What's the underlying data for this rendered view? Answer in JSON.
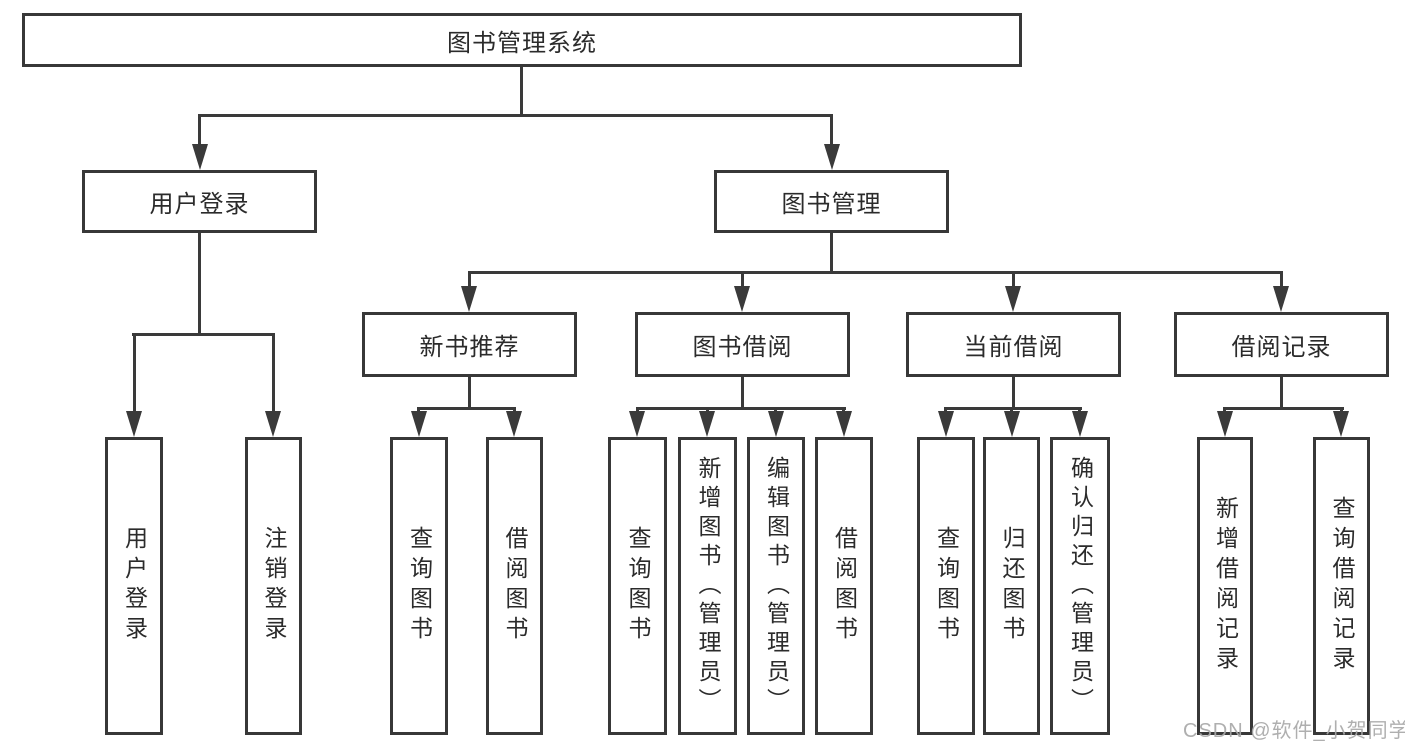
{
  "diagram_type": "hierarchy-tree",
  "colors": {
    "line": "#3a3a3a",
    "box_border": "#383838",
    "text": "#2b2b2b",
    "watermark": "#a8a8a8",
    "background": "#ffffff"
  },
  "tree": {
    "label": "图书管理系统",
    "children": [
      {
        "label": "用户登录",
        "children": [
          {
            "label": "用户登录"
          },
          {
            "label": "注销登录"
          }
        ]
      },
      {
        "label": "图书管理",
        "children": [
          {
            "label": "新书推荐",
            "children": [
              {
                "label": "查询图书"
              },
              {
                "label": "借阅图书"
              }
            ]
          },
          {
            "label": "图书借阅",
            "children": [
              {
                "label": "查询图书"
              },
              {
                "label": "新增图书（管理员）"
              },
              {
                "label": "编辑图书（管理员）"
              },
              {
                "label": "借阅图书"
              }
            ]
          },
          {
            "label": "当前借阅",
            "children": [
              {
                "label": "查询图书"
              },
              {
                "label": "归还图书"
              },
              {
                "label": "确认归还（管理员）"
              }
            ]
          },
          {
            "label": "借阅记录",
            "children": [
              {
                "label": "新增借阅记录"
              },
              {
                "label": "查询借阅记录"
              }
            ]
          }
        ]
      }
    ]
  },
  "watermark": {
    "text": "CSDN @软件_小贺同学"
  }
}
